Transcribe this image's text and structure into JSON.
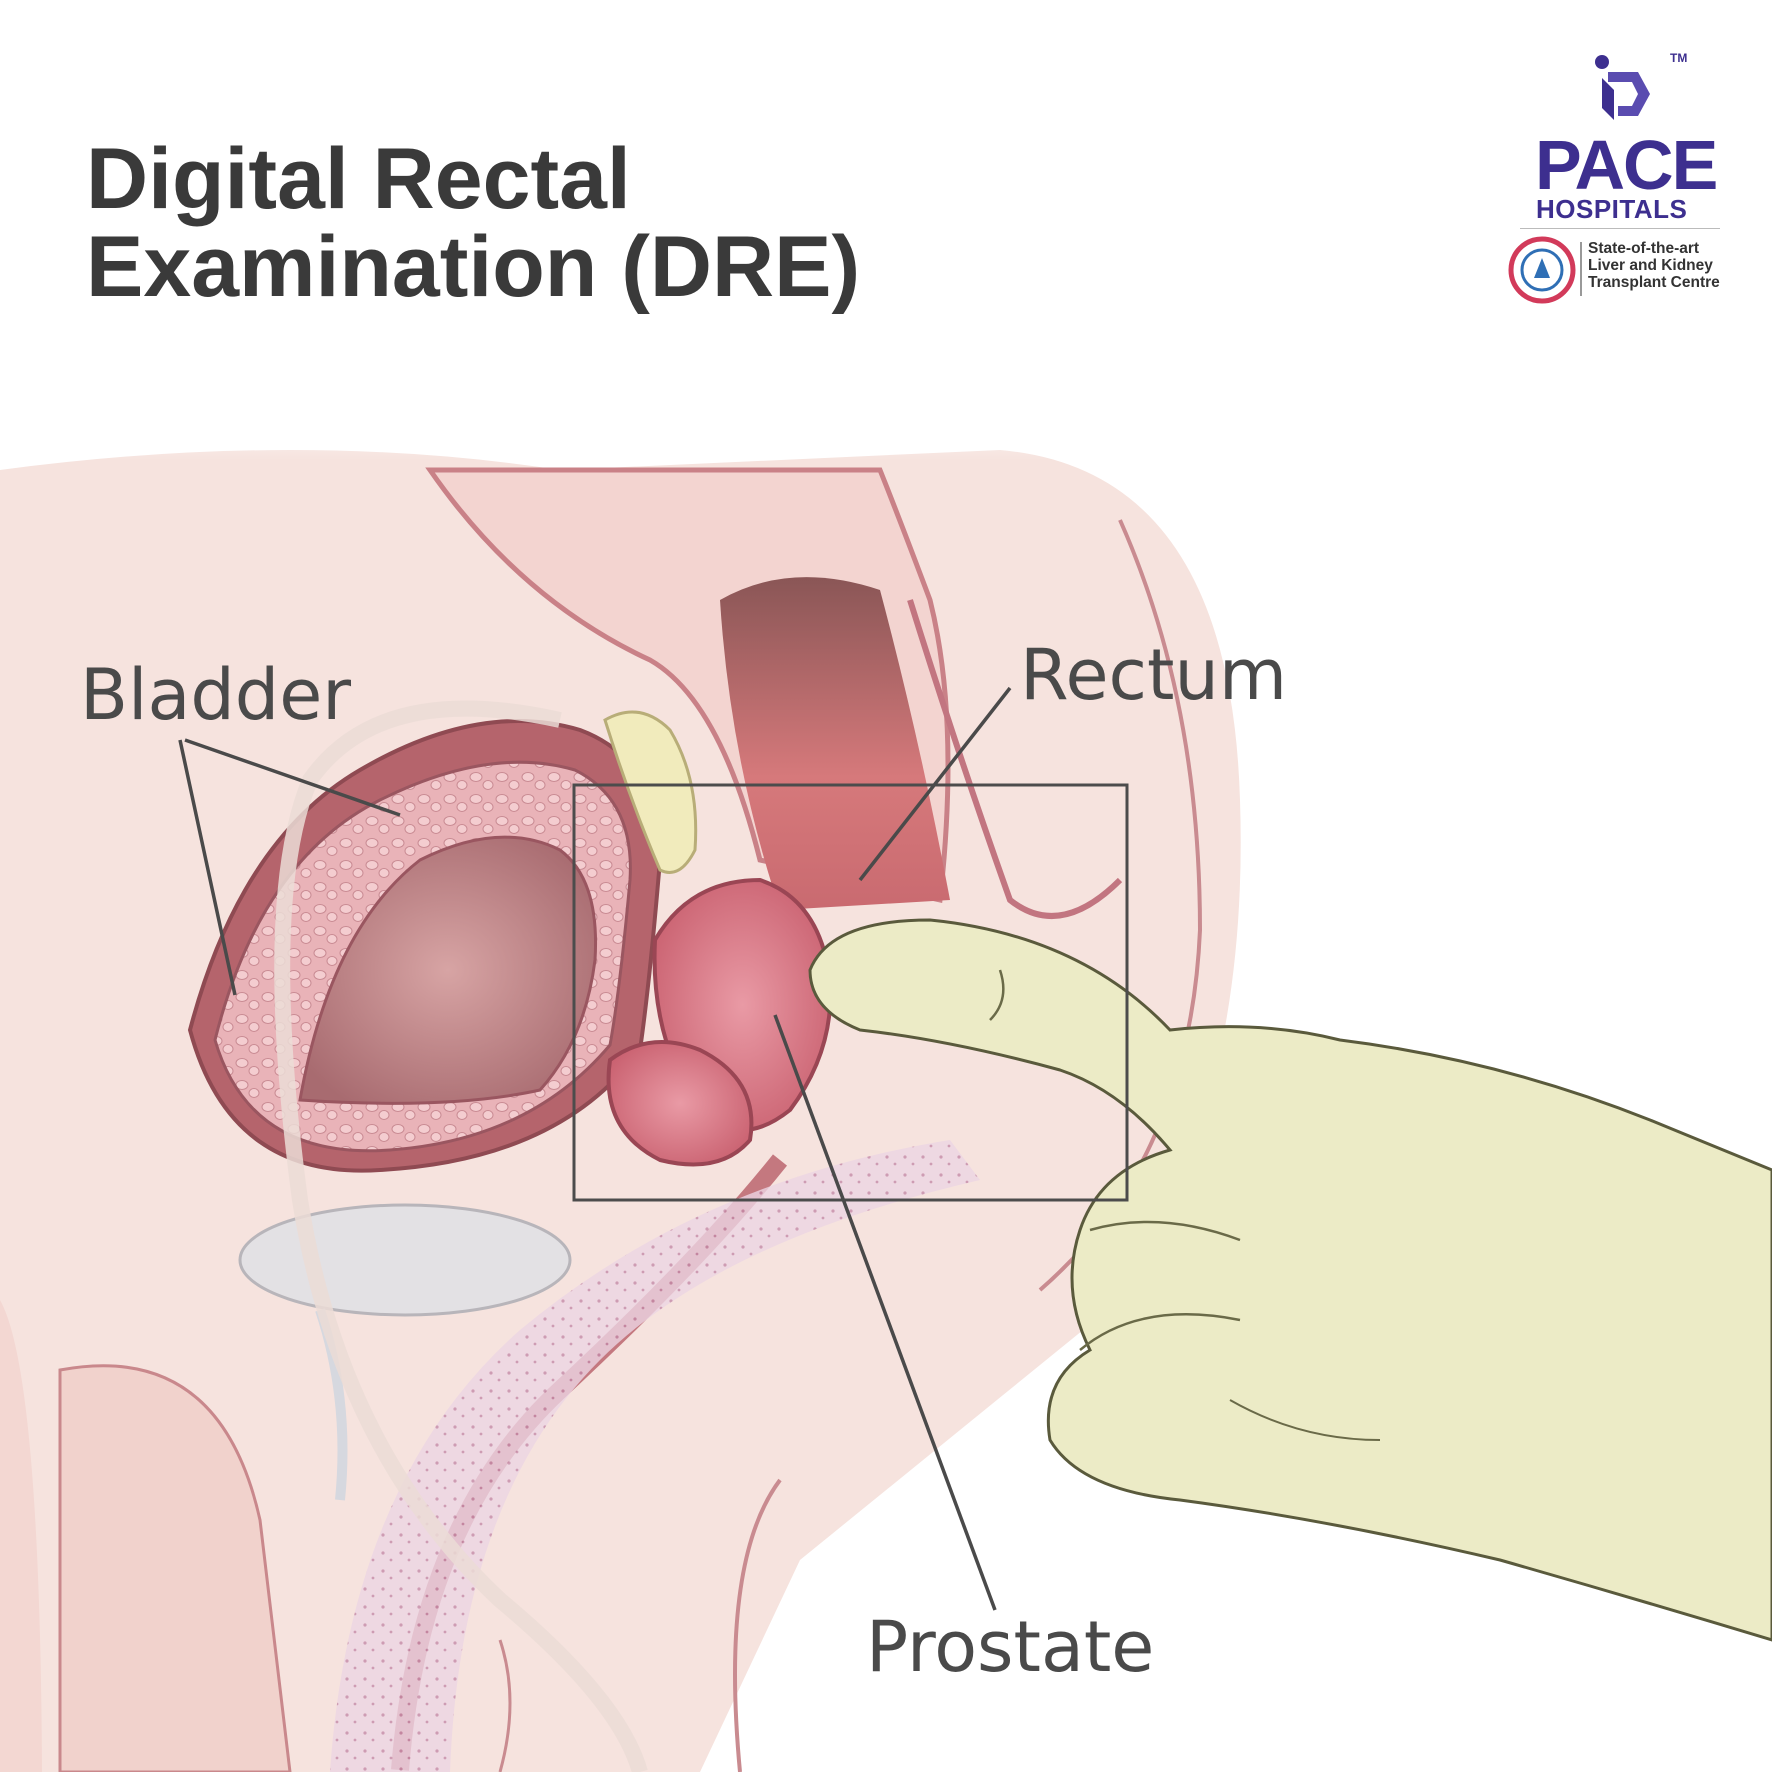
{
  "title": {
    "line1": "Digital Rectal",
    "line2": "Examination (DRE)"
  },
  "labels": {
    "bladder": "Bladder",
    "rectum": "Rectum",
    "prostate": "Prostate"
  },
  "logo": {
    "brand": "PACE",
    "sub": "HOSPITALS",
    "trademark": "TM",
    "tagline": [
      "State-of-the-art",
      "Liver and Kidney",
      "Transplant Centre"
    ]
  },
  "colors": {
    "title": "#3a3a3a",
    "label": "#4a4a4a",
    "brand": "#3d2f8f",
    "skin": "#f6e2dd",
    "tissue": "#d98a98",
    "glove": "#ecebc6"
  },
  "icons": [
    "pace-logo-icon",
    "nabh-seal-icon",
    "gloved-hand-icon"
  ]
}
